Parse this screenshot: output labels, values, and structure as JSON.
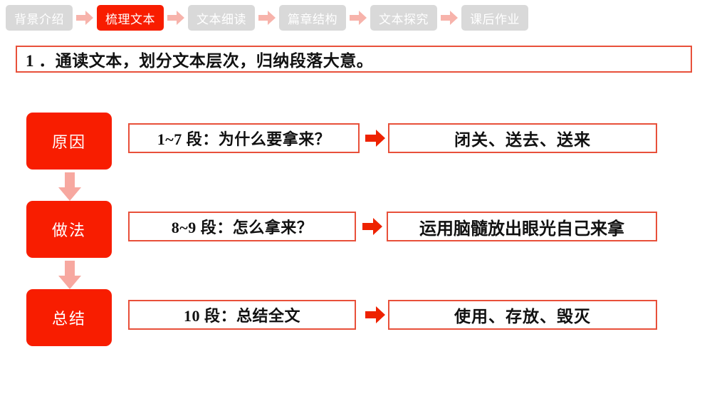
{
  "nav": {
    "tabs": [
      {
        "label": "背景介绍",
        "state": "inactive"
      },
      {
        "label": "梳理文本",
        "state": "active"
      },
      {
        "label": "文本细读",
        "state": "inactive"
      },
      {
        "label": "篇章结构",
        "state": "inactive"
      },
      {
        "label": "文本探究",
        "state": "inactive"
      },
      {
        "label": "课后作业",
        "state": "inactive"
      }
    ],
    "arrow_icon": "right-arrow-icon",
    "active_color": "#f81d00",
    "inactive_color": "#d9d9d9",
    "arrow_color": "#f7b3ab"
  },
  "title": {
    "text": "1 ．通读文本，划分文本层次，归纳段落大意。",
    "border_color": "#e8503a"
  },
  "diagram": {
    "arrow_icon": "right-arrow-icon",
    "down_arrow_icon": "down-arrow-icon",
    "arrow_color": "#ee2200",
    "down_arrow_color": "#f7a8a0",
    "badge_color": "#f81d00",
    "box_border_color": "#e8503a",
    "rows": [
      {
        "badge": "原因",
        "middle": "1~7 段：为什么要拿来？",
        "right": "闭关、送去、送来"
      },
      {
        "badge": "做法",
        "middle": "8~9 段：怎么拿来？",
        "right": "运用脑髓放出眼光自己来拿"
      },
      {
        "badge": "总结",
        "middle": "10 段：总结全文",
        "right": "使用、存放、毁灭"
      }
    ]
  }
}
